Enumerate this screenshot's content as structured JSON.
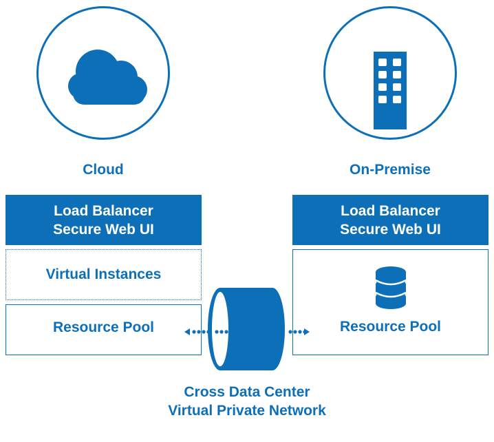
{
  "cloud": {
    "label": "Cloud",
    "icon": "cloud-icon",
    "header_line1": "Load Balancer",
    "header_line2": "Secure Web UI",
    "instances": "Virtual Instances",
    "pool": "Resource Pool"
  },
  "onprem": {
    "label": "On-Premise",
    "icon": "building-icon",
    "header_line1": "Load Balancer",
    "header_line2": "Secure Web UI",
    "db_icon": "database-icon",
    "pool": "Resource Pool"
  },
  "vpn": {
    "icon": "tunnel-icon",
    "line1": "Cross Data Center",
    "line2": "Virtual Private Network"
  },
  "colors": {
    "accent": "#0d6fb8",
    "background": "#ffffff"
  }
}
